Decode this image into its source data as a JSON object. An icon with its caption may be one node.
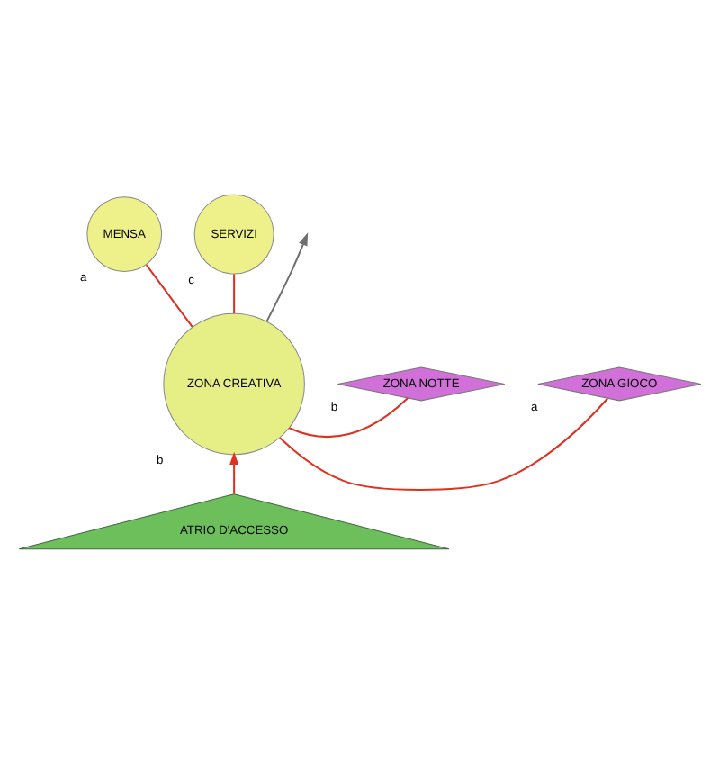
{
  "diagram": {
    "nodes": [
      {
        "text": [
          "MENSA"
        ],
        "beside": [
          "a"
        ]
      },
      {
        "text": [
          "SERVIZI"
        ],
        "beside": [
          "c"
        ]
      },
      {
        "text": [
          "ZONA CREATIVA"
        ],
        "beside": [
          "b"
        ]
      },
      {
        "text": [
          "ZONA GIOCO"
        ],
        "beside": [
          "a"
        ]
      },
      {
        "text": [
          "ZONA NOTTE"
        ],
        "beside": [
          "b"
        ]
      },
      {
        "text": [
          "ATRIO D'ACCESSO"
        ]
      }
    ],
    "edges": [
      {
        "from": 2,
        "to": 0,
        "arrow": "none"
      },
      {
        "from": 2,
        "to": 1,
        "arrow": "none"
      },
      {
        "from": 2,
        "to": 3,
        "arrow": "none"
      },
      {
        "from": 2,
        "to": 4,
        "arrow": "none"
      },
      {
        "from": 5,
        "to": 2,
        "arrow": "to"
      },
      {
        "from": 2,
        "to": null,
        "arrow": "to",
        "color": "#707070"
      }
    ]
  }
}
